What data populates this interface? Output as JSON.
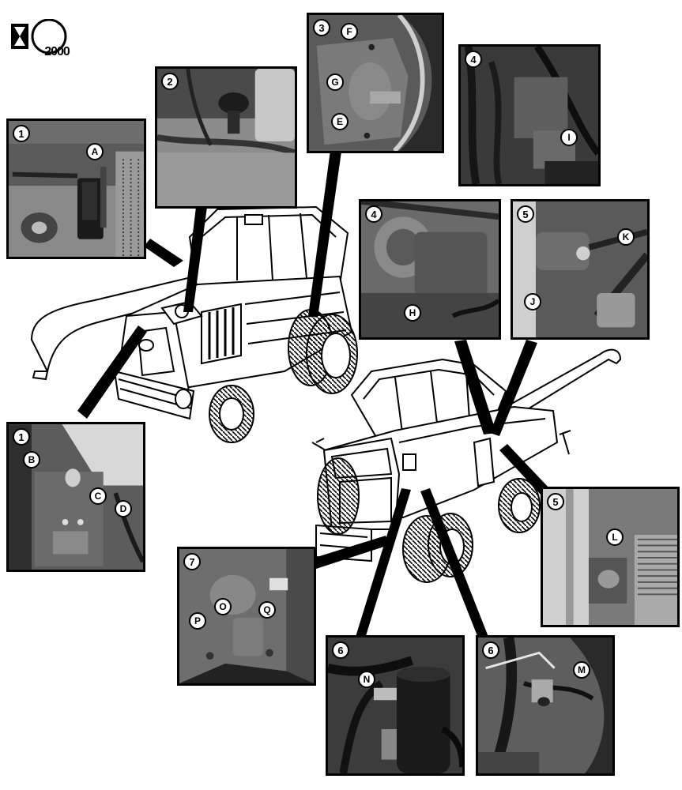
{
  "logo": {
    "badge_text": "2000",
    "icon": "hourglass-icon"
  },
  "panels": [
    {
      "id": "p1a",
      "number": "1",
      "callouts": [
        "A"
      ]
    },
    {
      "id": "p2",
      "number": "2",
      "callouts": []
    },
    {
      "id": "p3",
      "number": "3",
      "callouts": [
        "F",
        "G",
        "E"
      ]
    },
    {
      "id": "p4a",
      "number": "4",
      "callouts": [
        "I"
      ]
    },
    {
      "id": "p4b",
      "number": "4",
      "callouts": [
        "H"
      ]
    },
    {
      "id": "p5a",
      "number": "5",
      "callouts": [
        "K",
        "J"
      ]
    },
    {
      "id": "p1b",
      "number": "1",
      "callouts": [
        "B",
        "C",
        "D"
      ]
    },
    {
      "id": "p5b",
      "number": "5",
      "callouts": [
        "L"
      ]
    },
    {
      "id": "p7",
      "number": "7",
      "callouts": [
        "O",
        "P",
        "Q"
      ]
    },
    {
      "id": "p6a",
      "number": "6",
      "callouts": [
        "N"
      ]
    },
    {
      "id": "p6b",
      "number": "6",
      "callouts": [
        "M"
      ]
    }
  ],
  "colors": {
    "frame": "#000000",
    "photo_dark": "#3a3a3a",
    "photo_mid": "#7a7a7a",
    "photo_light": "#b8b8b8",
    "machine_line": "#000000",
    "machine_fill": "#ffffff"
  }
}
